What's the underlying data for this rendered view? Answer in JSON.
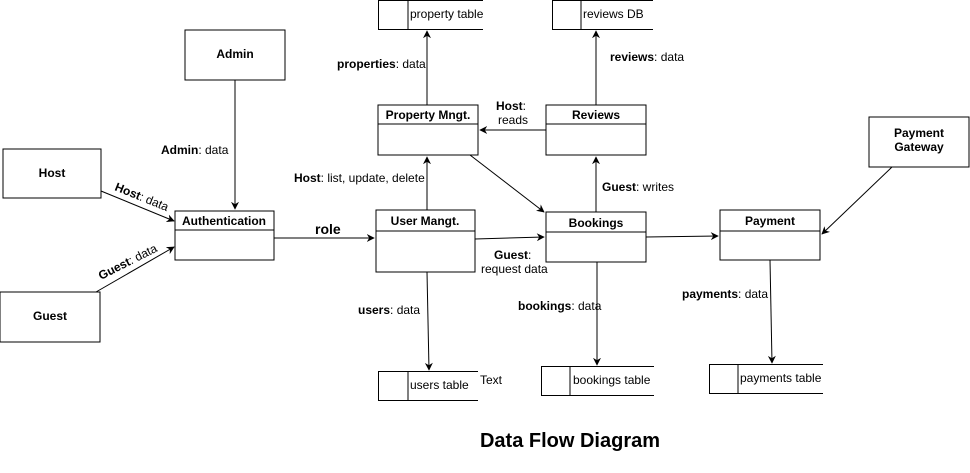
{
  "title": "Data Flow Diagram",
  "entities": {
    "admin": "Admin",
    "host": "Host",
    "guest": "Guest",
    "payment_gateway": [
      "Payment",
      "Gateway"
    ]
  },
  "processes": {
    "authentication": "Authentication",
    "user_mangt": "User Mangt.",
    "property_mngt": "Property Mngt.",
    "reviews": "Reviews",
    "bookings": "Bookings",
    "payment": "Payment"
  },
  "stores": {
    "property_table": "property table",
    "reviews_db": "reviews DB",
    "users_table": "users table",
    "bookings_table": "bookings table",
    "payments_table": "payments table"
  },
  "stray_text": "Text",
  "flows": {
    "admin_data": {
      "bold": "Admin",
      "rest": ": data"
    },
    "host_data": {
      "bold": "Host",
      "rest": ": data"
    },
    "guest_data": {
      "bold": "Guest",
      "rest": ": data"
    },
    "role": "role",
    "host_list": {
      "bold": "Host",
      "rest": ": list, update, delete"
    },
    "properties_data": {
      "bold": "properties",
      "rest": ": data"
    },
    "host_reads": {
      "bold": "Host",
      "rest": ":",
      "line2": "reads"
    },
    "reviews_data": {
      "bold": "reviews",
      "rest": ": data"
    },
    "guest_writes": {
      "bold": "Guest",
      "rest": ": writes"
    },
    "guest_request": {
      "bold": "Guest",
      "rest": ":",
      "line2": "request data"
    },
    "users_data": {
      "bold": "users",
      "rest": ": data"
    },
    "bookings_data": {
      "bold": "bookings",
      "rest": ": data"
    },
    "payments_data": {
      "bold": "payments",
      "rest": ": data"
    }
  }
}
